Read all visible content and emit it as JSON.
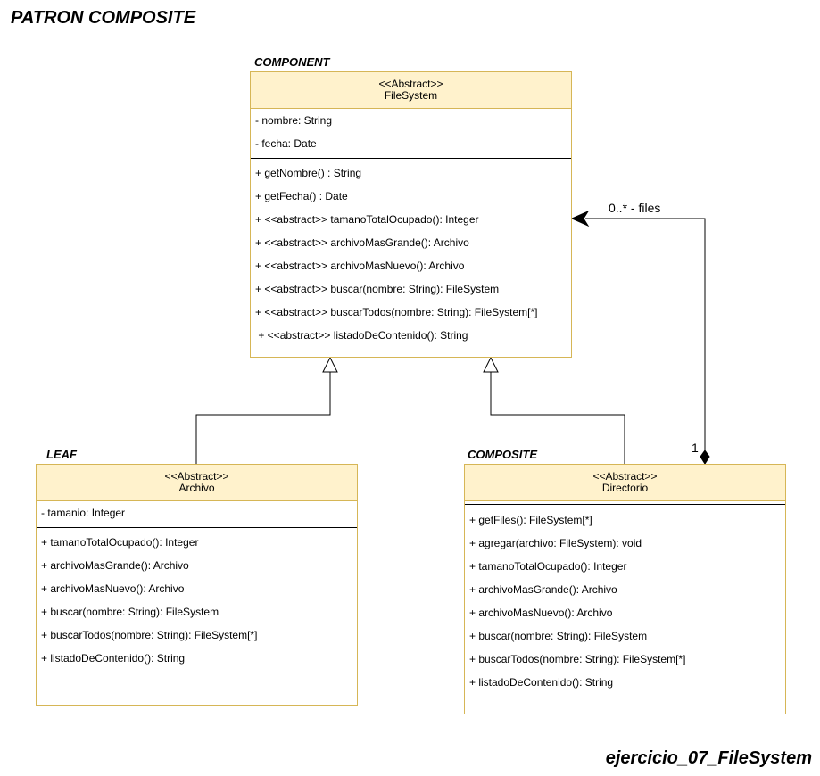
{
  "title": "PATRON COMPOSITE",
  "footer": "ejercicio_07_FileSystem",
  "roles": {
    "component": "COMPONENT",
    "leaf": "LEAF",
    "composite": "COMPOSITE"
  },
  "classes": {
    "filesystem": {
      "stereotype": "<<Abstract>>",
      "name": "FileSystem",
      "attributes": [
        "- nombre: String",
        "- fecha: Date"
      ],
      "methods": [
        "+ getNombre() : String",
        "+ getFecha() : Date",
        "+ <<abstract>> tamanoTotalOcupado(): Integer",
        "+ <<abstract>> archivoMasGrande(): Archivo",
        "+ <<abstract>> archivoMasNuevo(): Archivo",
        "+ <<abstract>> buscar(nombre: String): FileSystem",
        "+ <<abstract>> buscarTodos(nombre: String): FileSystem[*]",
        " + <<abstract>> listadoDeContenido(): String"
      ]
    },
    "archivo": {
      "stereotype": "<<Abstract>>",
      "name": "Archivo",
      "attributes": [
        "- tamanio: Integer"
      ],
      "methods": [
        "+ tamanoTotalOcupado(): Integer",
        "+ archivoMasGrande(): Archivo",
        "+ archivoMasNuevo(): Archivo",
        "+ buscar(nombre: String): FileSystem",
        "+ buscarTodos(nombre: String): FileSystem[*]",
        "+ listadoDeContenido(): String"
      ]
    },
    "directorio": {
      "stereotype": "<<Abstract>>",
      "name": "Directorio",
      "attributes": [],
      "methods": [
        "+ getFiles(): FileSystem[*]",
        "+ agregar(archivo: FileSystem): void",
        "+ tamanoTotalOcupado(): Integer",
        "+ archivoMasGrande(): Archivo",
        "+ archivoMasNuevo(): Archivo",
        "+ buscar(nombre: String): FileSystem",
        "+ buscarTodos(nombre: String): FileSystem[*]",
        "+ listadoDeContenido(): String"
      ]
    }
  },
  "association": {
    "target_label": "0..* - files",
    "source_label": "1"
  },
  "colors": {
    "header_fill": "#fff2cc",
    "border": "#d6b656"
  }
}
